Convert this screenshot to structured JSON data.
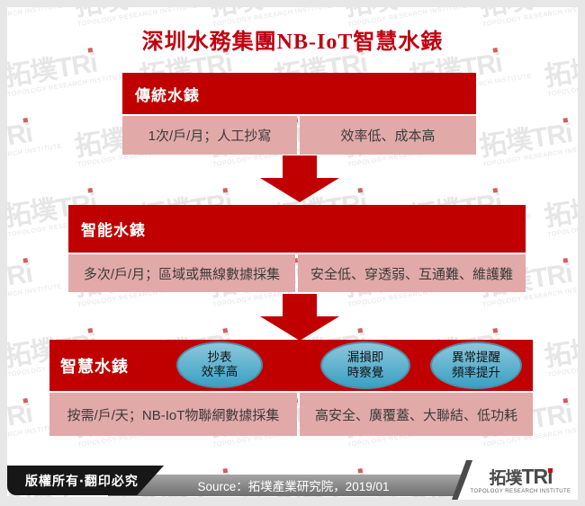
{
  "title": "深圳水務集團NB-IoT智慧水錶",
  "colors": {
    "accent_red": "#C00000",
    "pink": "#E2A9A9",
    "teal": "#3AA0C3",
    "footer_black": "#171717",
    "footer_gray": "#7A7A7A"
  },
  "watermark": {
    "brand": "拓墣TRi",
    "subtitle": "TOPOLOGY RESEARCH INSTITUTE"
  },
  "sections": [
    {
      "header": "傳統水錶",
      "cells": [
        "1次/戶/月；人工抄寫",
        "效率低、成本高"
      ]
    },
    {
      "header": "智能水錶",
      "cells": [
        "多次/戶/月；區域或無線數據採集",
        "安全低、穿透弱、互通難、維護難"
      ]
    },
    {
      "header": "智慧水錶",
      "bubbles": [
        [
          "抄表",
          "效率高"
        ],
        [
          "漏損即",
          "時察覺"
        ],
        [
          "異常提醒",
          "頻率提升"
        ]
      ],
      "cells": [
        "按需/戶/天；NB-IoT物聯網數據採集",
        "高安全、廣覆蓋、大聯結、低功耗"
      ]
    }
  ],
  "footer": {
    "copyright": "版權所有‧翻印必究",
    "source": "Source：拓墣產業研究院，2019/01",
    "logo_cn": "拓墣",
    "logo_en": "TRi",
    "logo_subtitle": "TOPOLOGY RESEARCH INSTITUTE"
  }
}
